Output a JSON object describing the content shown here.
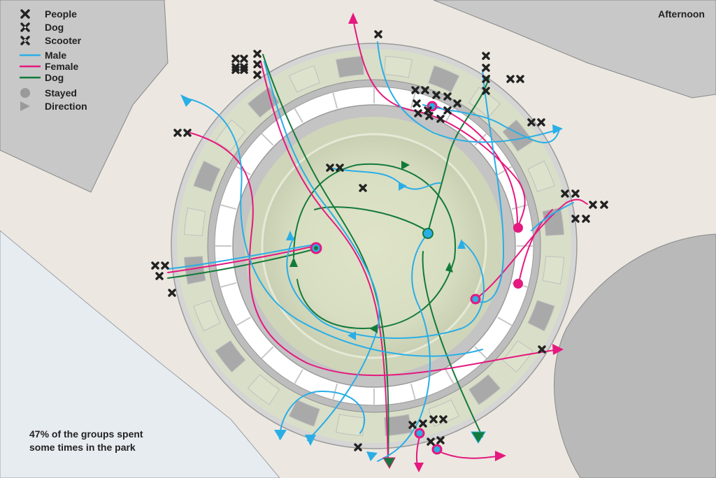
{
  "title": "Afternoon",
  "note_lines": [
    "47% of the groups spent",
    "some times in the park"
  ],
  "legend": {
    "people": "People",
    "dog": "Dog",
    "scooter": "Scooter",
    "male": "Male",
    "female": "Female",
    "dog_line": "Dog",
    "stayed": "Stayed",
    "direction": "Direction"
  },
  "colors": {
    "male": "#2aaee6",
    "female": "#e5197f",
    "dog": "#137a3a",
    "marker": "#222222",
    "background": "#ece8e1",
    "water": "#e8edf2",
    "building": "#c9c9c9",
    "ring_green": "#d9dec8",
    "ring_gray": "#a8a8a8",
    "inner_green": "#d1d9bf"
  }
}
